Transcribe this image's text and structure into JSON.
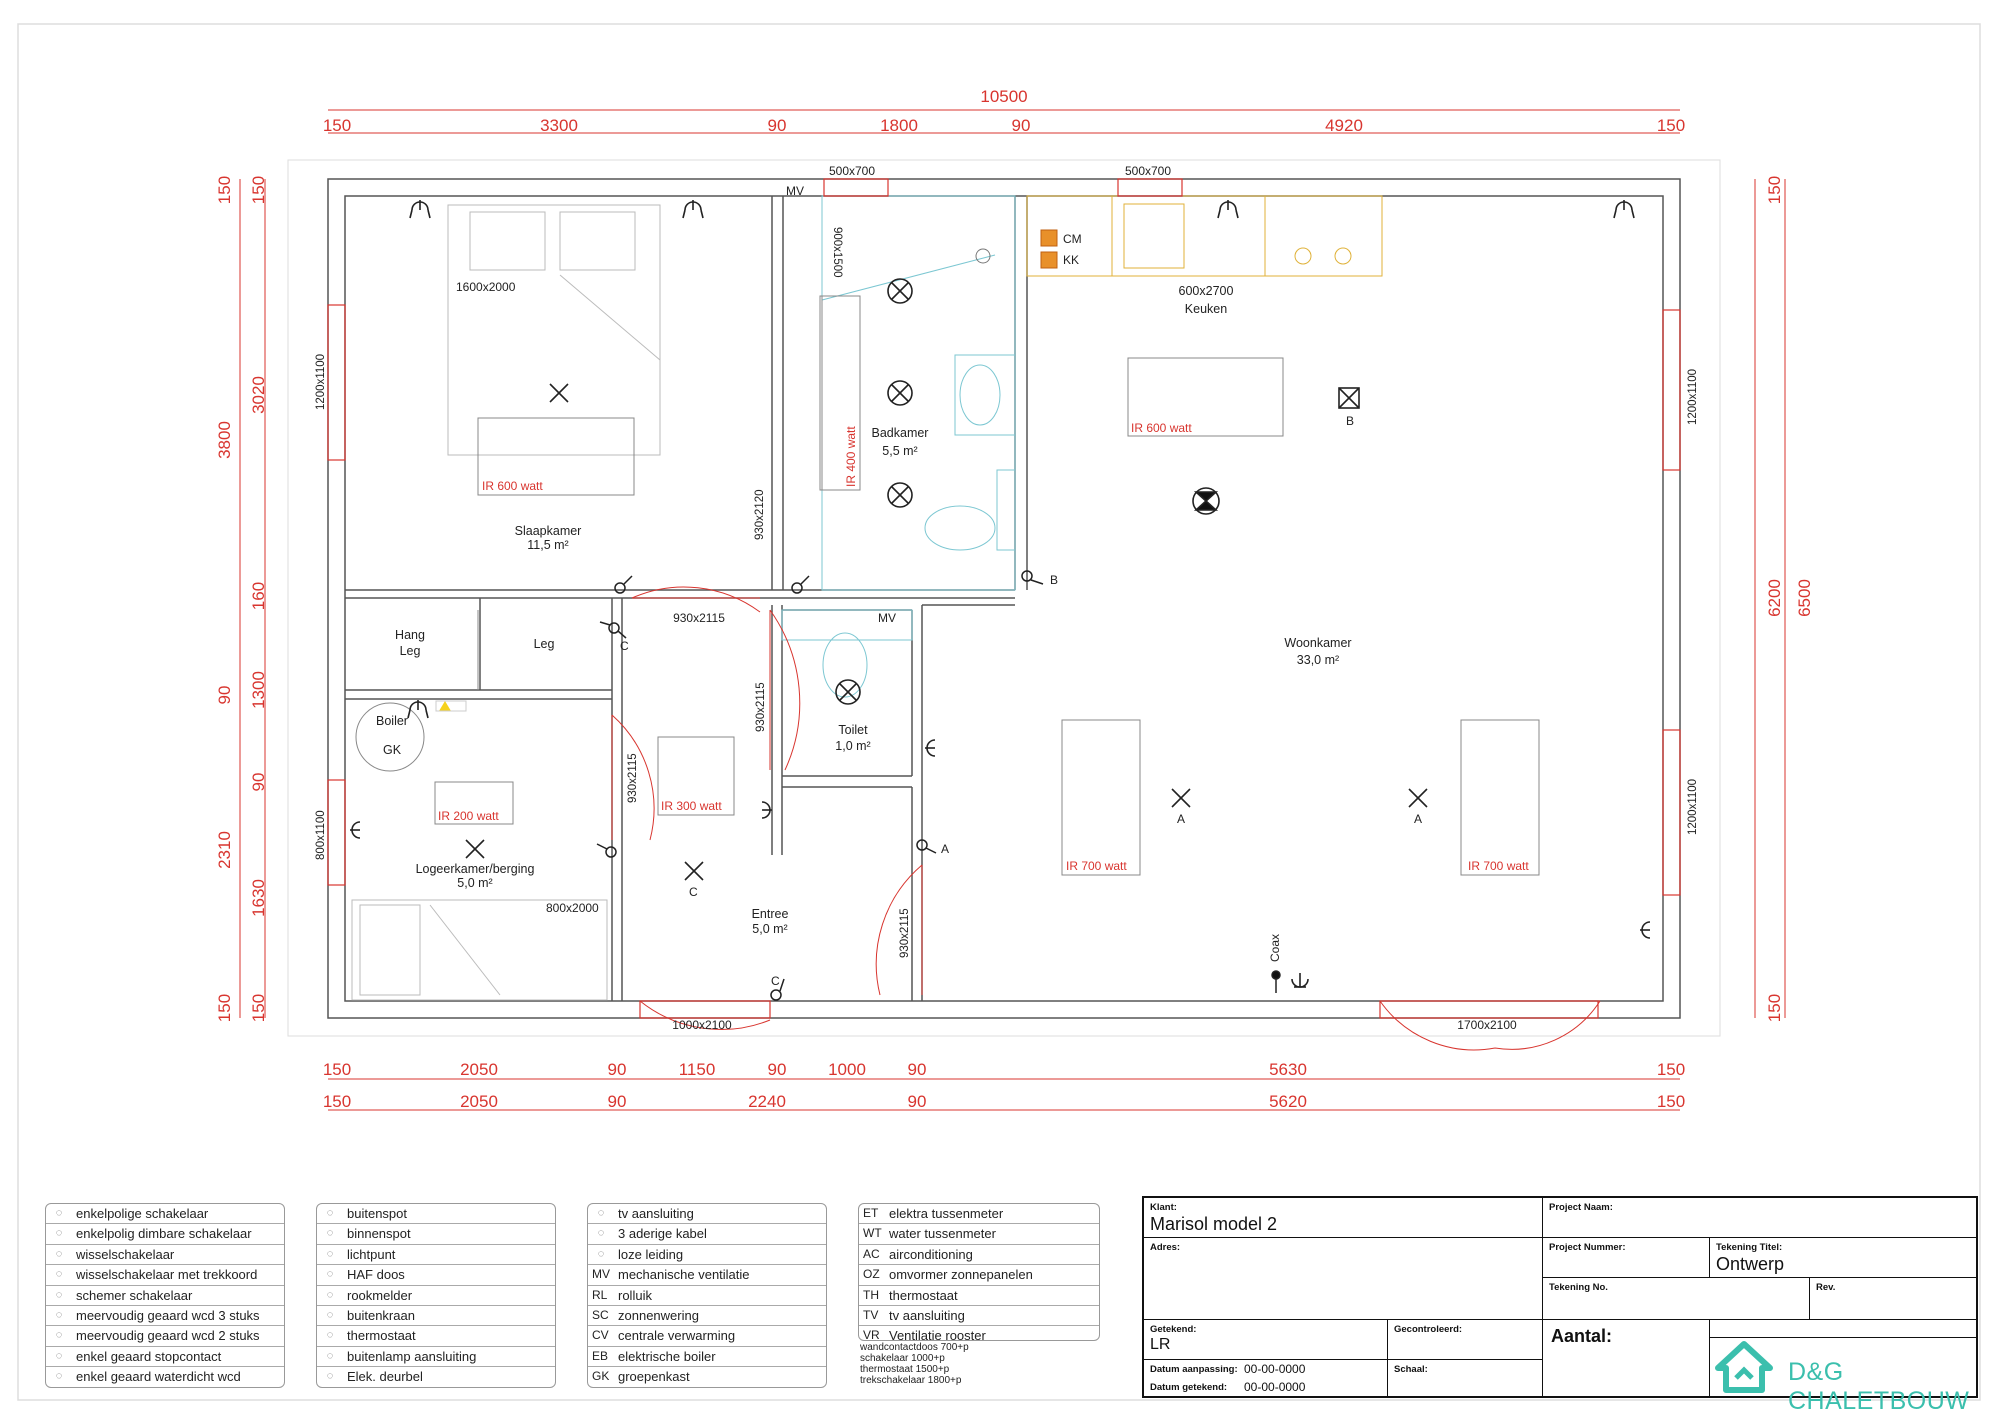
{
  "dimensions": {
    "top_total": "10500",
    "top_row": [
      "150",
      "3300",
      "90",
      "1800",
      "90",
      "4920",
      "150"
    ],
    "bottom_row1": [
      "150",
      "2050",
      "90",
      "1150",
      "90",
      "1000",
      "90",
      "5630",
      "150"
    ],
    "bottom_row2": [
      "150",
      "2050",
      "90",
      "2240",
      "90",
      "5620",
      "150"
    ],
    "left_outer": [
      "150",
      "3800",
      "90",
      "2310",
      "150"
    ],
    "left_inner": [
      "150",
      "3020",
      "160",
      "1300",
      "90",
      "1630",
      "150"
    ],
    "right_outer": "6500",
    "right_inner": [
      "150",
      "6200",
      "150"
    ]
  },
  "rooms": {
    "slaapkamer": {
      "name": "Slaapkamer",
      "area": "11,5 m²"
    },
    "badkamer": {
      "name": "Badkamer",
      "area": "5,5 m²"
    },
    "woonkamer": {
      "name": "Woonkamer",
      "area": "33,0 m²"
    },
    "keuken": {
      "name": "Keuken",
      "size": "600x2700"
    },
    "toilet": {
      "name": "Toilet",
      "area": "1,0 m²"
    },
    "entree": {
      "name": "Entree",
      "area": "5,0 m²"
    },
    "logeerkamer": {
      "name": "Logeerkamer/berging",
      "area": "5,0 m²"
    },
    "hang": "Hang",
    "leg1": "Leg",
    "leg2": "Leg",
    "boiler": "Boiler",
    "gk": "GK"
  },
  "furniture": {
    "bed_large": "1600x2000",
    "bed_small": "800x2000",
    "shower": "900x1500"
  },
  "windows": {
    "w_top1": "500x700",
    "w_top2": "500x700",
    "w_left1": "1200x1100",
    "w_left2": "800x1100",
    "w_right1": "1200x1100",
    "w_right2": "1200x1100",
    "w_bottom1": "1000x2100",
    "w_bottom2": "1700x2100"
  },
  "doors": [
    "930x2120",
    "930x2115",
    "930x2115",
    "930x2115",
    "930x2115"
  ],
  "heaters": {
    "ir_slaap": "IR 600 watt",
    "ir_bad": "IR 400 watt",
    "ir_keuken": "IR 600 watt",
    "ir_logeer": "IR 200 watt",
    "ir_entree": "IR 300 watt",
    "ir_woon1": "IR 700 watt",
    "ir_woon2": "IR 700 watt"
  },
  "tags": {
    "mv1": "MV",
    "mv2": "MV",
    "cm": "CM",
    "kk": "KK",
    "a": "A",
    "b": "B",
    "c": "C",
    "coax": "Coax"
  },
  "legend_switches": [
    {
      "icon": "single-switch-icon",
      "label": "enkelpolige schakelaar"
    },
    {
      "icon": "dimmer-switch-icon",
      "label": "enkelpolig dimbare schakelaar"
    },
    {
      "icon": "two-way-switch-icon",
      "label": "wisselschakelaar"
    },
    {
      "icon": "pull-switch-icon",
      "label": "wisselschakelaar met trekkoord"
    },
    {
      "icon": "double-switch-icon",
      "label": "schemer schakelaar"
    },
    {
      "icon": "socket-triple-icon",
      "label": "meervoudig geaard wcd 3 stuks"
    },
    {
      "icon": "socket-double-icon",
      "label": "meervoudig geaard wcd 2 stuks"
    },
    {
      "icon": "socket-single-icon",
      "label": "enkel geaard stopcontact"
    },
    {
      "icon": "socket-waterproof-icon",
      "label": "enkel geaard waterdicht wcd"
    }
  ],
  "legend_lights": [
    {
      "icon": "outdoor-spot-icon",
      "label": "buitenspot"
    },
    {
      "icon": "indoor-spot-icon",
      "label": "binnenspot"
    },
    {
      "icon": "light-point-icon",
      "label": "lichtpunt"
    },
    {
      "icon": "haf-box-icon",
      "label": "HAF doos"
    },
    {
      "icon": "smoke-detector-icon",
      "label": "rookmelder"
    },
    {
      "icon": "outdoor-tap-icon",
      "label": "buitenkraan"
    },
    {
      "icon": "thermostat-icon",
      "label": "thermostaat"
    },
    {
      "icon": "outdoor-lamp-icon",
      "label": "buitenlamp aansluiting"
    },
    {
      "icon": "doorbell-icon",
      "label": "Elek. deurbel"
    }
  ],
  "legend_codes": [
    {
      "code": "",
      "icon": "tv-connection-icon",
      "label": "tv aansluiting"
    },
    {
      "code": "",
      "icon": "cable-icon",
      "label": "3 aderige kabel"
    },
    {
      "code": "",
      "icon": "empty-conduit-icon",
      "label": "loze leiding"
    },
    {
      "code": "MV",
      "label": "mechanische ventilatie"
    },
    {
      "code": "RL",
      "label": "rolluik"
    },
    {
      "code": "SC",
      "label": "zonnenwering"
    },
    {
      "code": "CV",
      "label": "centrale verwarming"
    },
    {
      "code": "EB",
      "label": "elektrische boiler"
    },
    {
      "code": "GK",
      "label": "groepenkast"
    }
  ],
  "legend_codes2": [
    {
      "code": "ET",
      "label": "elektra tussenmeter"
    },
    {
      "code": "WT",
      "label": "water tussenmeter"
    },
    {
      "code": "AC",
      "label": "airconditioning"
    },
    {
      "code": "OZ",
      "label": "omvormer zonnepanelen"
    },
    {
      "code": "TH",
      "label": "thermostaat"
    },
    {
      "code": "TV",
      "label": "tv aansluiting"
    },
    {
      "code": "VR",
      "label": "Ventilatie rooster"
    }
  ],
  "heights": [
    "wandcontactdoos 700+p",
    "schakelaar 1000+p",
    "thermostaat 1500+p",
    "trekschakelaar 1800+p"
  ],
  "titleblock": {
    "klant_h": "Klant:",
    "klant": "Marisol model 2",
    "adres_h": "Adres:",
    "project_naam_h": "Project Naam:",
    "project_nummer_h": "Project Nummer:",
    "tekening_titel_h": "Tekening Titel:",
    "tekening_titel": "Ontwerp",
    "tekening_no_h": "Tekening No.",
    "rev_h": "Rev.",
    "getekend_h": "Getekend:",
    "getekend": "LR",
    "gecontroleerd_h": "Gecontroleerd:",
    "schaal_h": "Schaal:",
    "aantal": "Aantal:",
    "datum_aanpassing_h": "Datum aanpassing:",
    "datum_aanpassing": "00-00-0000",
    "datum_getekend_h": "Datum getekend:",
    "datum_getekend": "00-00-0000",
    "logo_text": "D&G CHALETBOUW",
    "brand_color": "#3bbfad"
  }
}
